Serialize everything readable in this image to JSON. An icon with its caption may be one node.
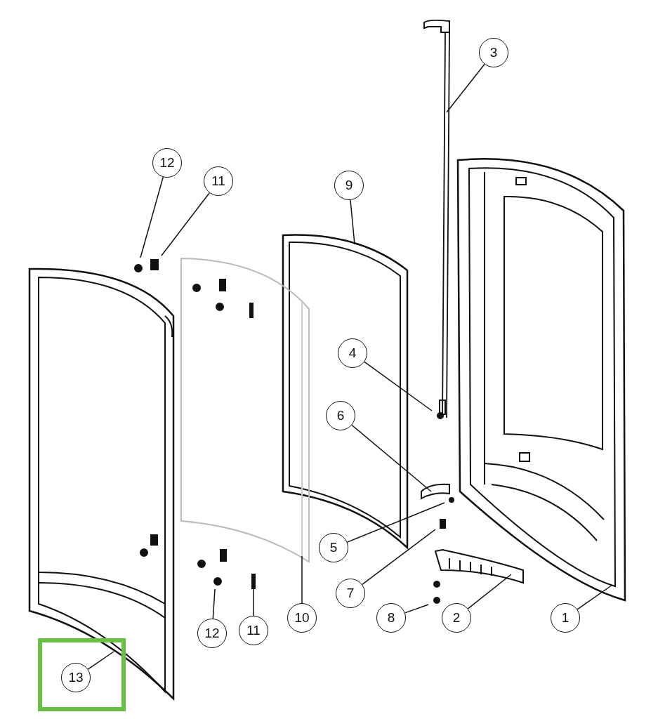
{
  "diagram": {
    "nodes": [
      {
        "text": [
          "3"
        ]
      },
      {
        "text": [
          "12"
        ]
      },
      {
        "text": [
          "11"
        ]
      },
      {
        "text": [
          "9"
        ]
      },
      {
        "text": [
          "4"
        ]
      },
      {
        "text": [
          "6"
        ]
      },
      {
        "text": [
          "5"
        ]
      },
      {
        "text": [
          "7"
        ]
      },
      {
        "text": [
          "10"
        ]
      },
      {
        "text": [
          "1"
        ]
      },
      {
        "text": [
          "2"
        ]
      },
      {
        "text": [
          "8"
        ]
      },
      {
        "text": [
          "12"
        ]
      },
      {
        "text": [
          "11"
        ]
      },
      {
        "text": [
          "13"
        ]
      }
    ],
    "edges": [
      {
        "from": 0,
        "to": null,
        "arrow": "none"
      },
      {
        "from": 1,
        "to": null,
        "arrow": "none"
      },
      {
        "from": 2,
        "to": null,
        "arrow": "none"
      },
      {
        "from": 3,
        "to": null,
        "arrow": "none"
      },
      {
        "from": 4,
        "to": null,
        "arrow": "none"
      },
      {
        "from": 5,
        "to": null,
        "arrow": "none"
      },
      {
        "from": 6,
        "to": null,
        "arrow": "none"
      },
      {
        "from": 7,
        "to": null,
        "arrow": "none"
      },
      {
        "from": 8,
        "to": null,
        "arrow": "none"
      },
      {
        "from": 9,
        "to": null,
        "arrow": "none"
      },
      {
        "from": 10,
        "to": null,
        "arrow": "none"
      },
      {
        "from": 11,
        "to": null,
        "arrow": "none"
      },
      {
        "from": 12,
        "to": null,
        "arrow": "none"
      },
      {
        "from": 13,
        "to": null,
        "arrow": "none"
      },
      {
        "from": 14,
        "to": null,
        "arrow": "none"
      }
    ]
  }
}
